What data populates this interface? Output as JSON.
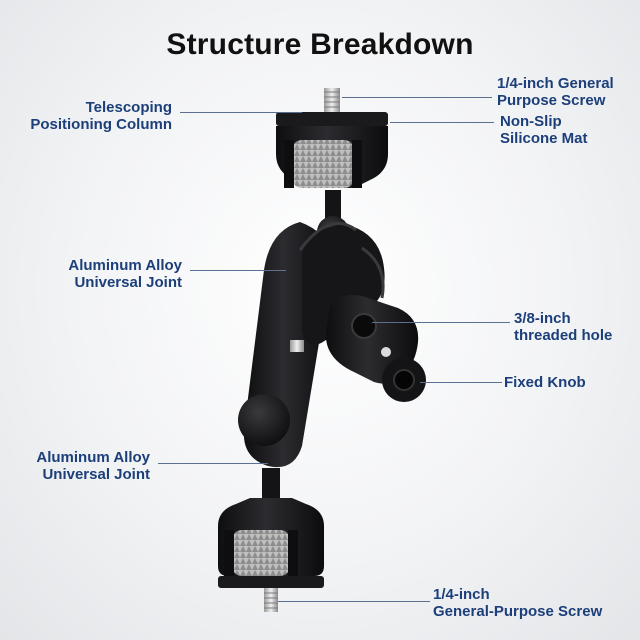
{
  "title": "Structure Breakdown",
  "labels": {
    "top_screw": {
      "line1": "1/4-inch General",
      "line2": "Purpose Screw"
    },
    "silicone_mat": {
      "line1": "Non-Slip",
      "line2": "Silicone Mat"
    },
    "telescoping": {
      "line1": "Telescoping",
      "line2": "Positioning Column"
    },
    "joint_upper": {
      "line1": "Aluminum Alloy",
      "line2": "Universal Joint"
    },
    "threaded_hole": {
      "line1": "3/8-inch",
      "line2": "threaded hole"
    },
    "fixed_knob": {
      "line1": "Fixed Knob"
    },
    "joint_lower": {
      "line1": "Aluminum Alloy",
      "line2": "Universal Joint"
    },
    "bottom_screw": {
      "line1": "1/4-inch",
      "line2": "General-Purpose Screw"
    }
  },
  "colors": {
    "label_text": "#1c3f7a",
    "leader_line": "#5b6f90",
    "metal_black": "#1b1b1d",
    "silver_screw": "#c9c9c9"
  }
}
